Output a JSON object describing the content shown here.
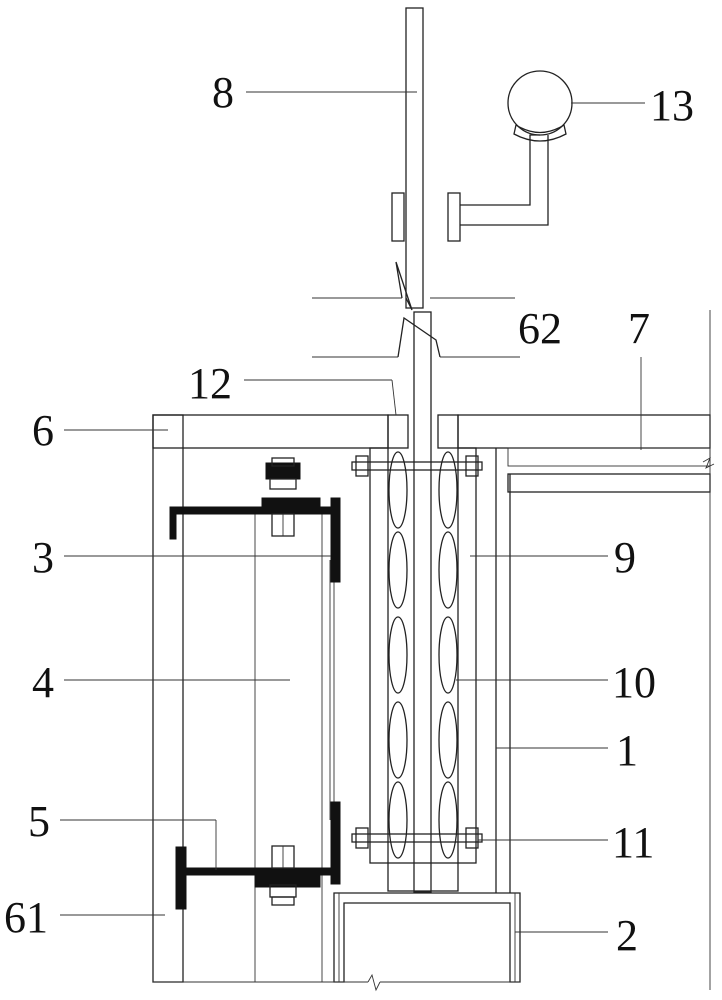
{
  "colors": {
    "line": "#222222",
    "steel": "#111111",
    "background": "#ffffff"
  },
  "labels": {
    "l1": "1",
    "l2": "2",
    "l3": "3",
    "l4": "4",
    "l5": "5",
    "l6": "6",
    "l7": "7",
    "l8": "8",
    "l9": "9",
    "l10": "10",
    "l11": "11",
    "l12": "12",
    "l13": "13",
    "l61": "61",
    "l62": "62"
  }
}
